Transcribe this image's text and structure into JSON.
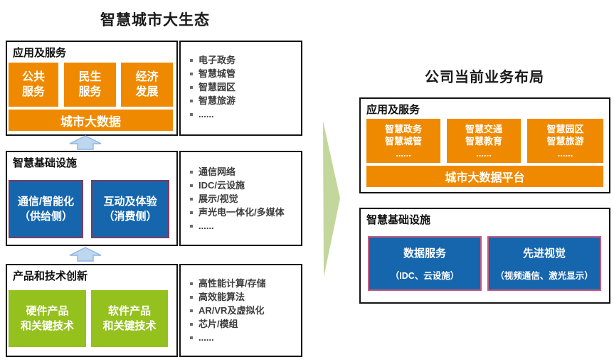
{
  "colors": {
    "orange": "#EF8A00",
    "blue": "#1666AD",
    "green": "#95C11F",
    "blueBorderL": "#7D3C5F",
    "blueBorderR": "#C75A7E",
    "bigArrow": "#C3D69B",
    "smallArrowFill": "#BDD7EE",
    "smallArrowStroke": "#8EB4E3"
  },
  "left": {
    "title": "智慧城市大生态",
    "rows": [
      {
        "label": "应用及服务",
        "boxes": [
          "公共\n服务",
          "民生\n服务",
          "经济\n发展"
        ],
        "wide": "城市大数据",
        "bullets": [
          "电子政务",
          "智慧城管",
          "智慧园区",
          "智慧旅游",
          "......"
        ]
      },
      {
        "label": "智慧基础设施",
        "boxes": [
          "通信/智能化\n（供给侧）",
          "互动及体验\n（消费侧）"
        ],
        "bullets": [
          "通信网络",
          "IDC/云设施",
          "展示/视觉",
          "声光电一体化/多媒体",
          "......"
        ]
      },
      {
        "label": "产品和技术创新",
        "boxes": [
          "硬件产品\n和关键技术",
          "软件产品\n和关键技术"
        ],
        "bullets": [
          "高性能计算/存储",
          "高效能算法",
          "AR/VR及虚拟化",
          "芯片/模组",
          "......"
        ]
      }
    ]
  },
  "right": {
    "title": "公司当前业务布局",
    "app_section": {
      "label": "应用及服务",
      "boxes": [
        "智慧政务\n智慧城管\n......",
        "智慧交通\n智慧教育\n......",
        "智慧园区\n智慧旅游\n......"
      ],
      "wide": "城市大数据平台"
    },
    "infra_section": {
      "label": "智慧基础设施",
      "boxes": [
        {
          "title": "数据服务",
          "sub": "（IDC、云设施）"
        },
        {
          "title": "先进视觉",
          "sub": "（视频通信、激光显示）"
        }
      ]
    }
  }
}
